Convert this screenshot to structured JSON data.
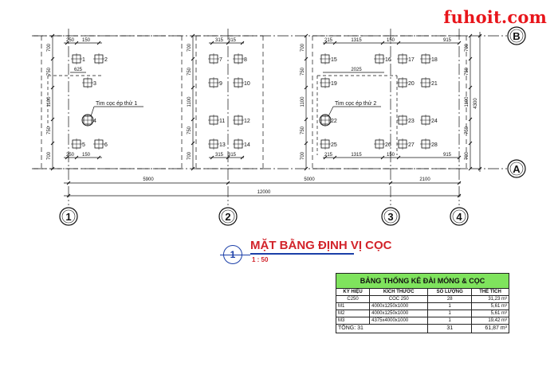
{
  "watermark": "fuhoit.com",
  "title": {
    "number": "1",
    "main": "MẶT BẰNG ĐỊNH VỊ CỌC",
    "scale": "1 : 50"
  },
  "axes": {
    "vertical": [
      "1",
      "2",
      "3",
      "4"
    ],
    "horizontal": [
      "B",
      "A"
    ]
  },
  "dimensions": {
    "bottom_spans": [
      "5900",
      "5000",
      "2100"
    ],
    "bottom_total": "12000",
    "right_total": "4300",
    "top_row": [
      "250",
      "150",
      "315",
      "315",
      "215",
      "1315",
      "150",
      "915"
    ],
    "bottom_row": [
      "250",
      "150",
      "315",
      "315",
      "215",
      "1315",
      "150",
      "915"
    ],
    "left_segments": [
      "700",
      "750",
      "1100",
      "750",
      "700"
    ],
    "mid_segments": [
      "700",
      "750",
      "1100",
      "750",
      "700"
    ],
    "inner_625": "625",
    "inner_2025": "2025"
  },
  "annotations": {
    "test_pile_1": "Tim cọc ép thử 1",
    "test_pile_2": "Tim cọc ép thử 2"
  },
  "piles": [
    "1",
    "2",
    "3",
    "4",
    "5",
    "6",
    "7",
    "8",
    "9",
    "10",
    "11",
    "12",
    "13",
    "14",
    "15",
    "16",
    "17",
    "18",
    "19",
    "20",
    "21",
    "22",
    "23",
    "24",
    "25",
    "26",
    "27",
    "28"
  ],
  "stats_table": {
    "title": "BẢNG THỐNG KÊ ĐÀI MÓNG & CỌC",
    "headers": [
      "KÝ HIỆU",
      "KÍCH THƯỚC",
      "SỐ LƯỢNG",
      "THỂ TÍCH"
    ],
    "rows": [
      [
        "C250",
        "COC 250",
        "28",
        "31,23 m³"
      ],
      [
        "M1",
        "4000x1250x1000",
        "1",
        "5,61 m³"
      ],
      [
        "M2",
        "4000x1250x1000",
        "1",
        "5,61 m³"
      ],
      [
        "M3",
        "4375x4000x1000",
        "1",
        "19,42 m³"
      ]
    ],
    "total": [
      "TỔNG: 31",
      "31",
      "61,87 m³"
    ]
  }
}
